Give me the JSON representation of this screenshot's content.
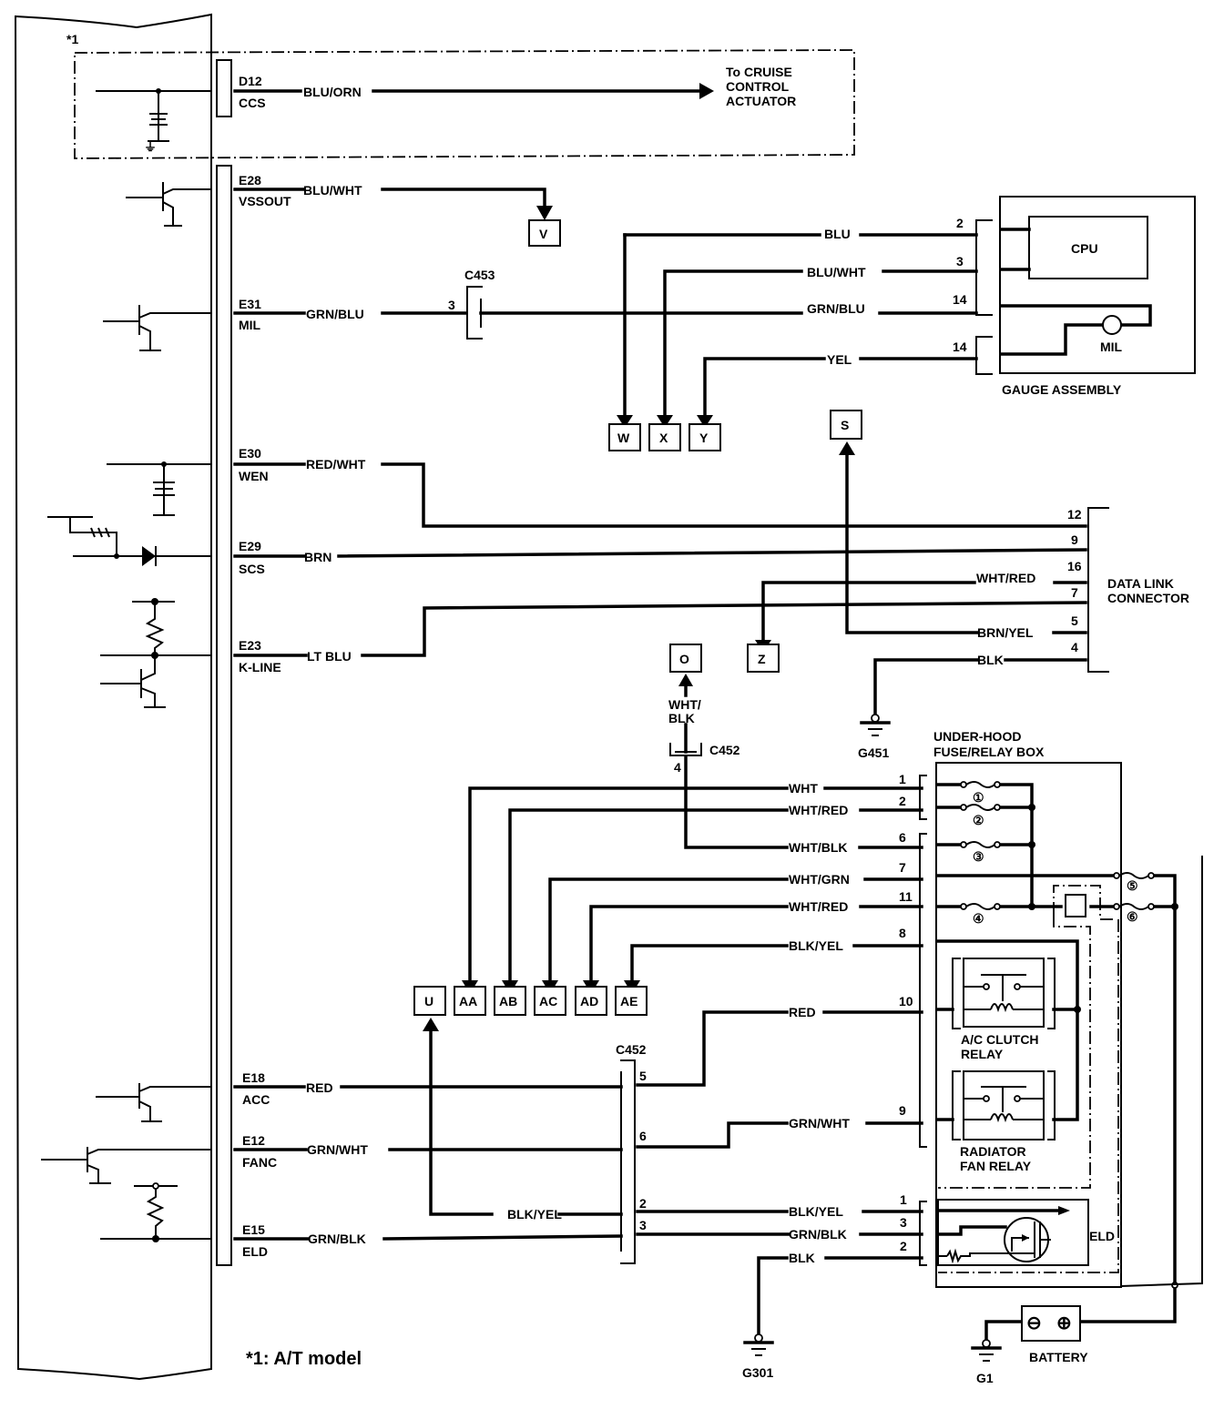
{
  "footnote_marker": "*1",
  "footnote": "*1: A/T model",
  "ecm_terminals": [
    {
      "pin": "D12",
      "name": "CCS",
      "wire": "BLU/ORN"
    },
    {
      "pin": "E28",
      "name": "VSSOUT",
      "wire": "BLU/WHT"
    },
    {
      "pin": "E31",
      "name": "MIL",
      "wire": "GRN/BLU"
    },
    {
      "pin": "E30",
      "name": "WEN",
      "wire": "RED/WHT"
    },
    {
      "pin": "E29",
      "name": "SCS",
      "wire": "BRN"
    },
    {
      "pin": "E23",
      "name": "K-LINE",
      "wire": "LT BLU"
    },
    {
      "pin": "E18",
      "name": "ACC",
      "wire": "RED"
    },
    {
      "pin": "E12",
      "name": "FANC",
      "wire": "GRN/WHT"
    },
    {
      "pin": "E15",
      "name": "ELD",
      "wire": "GRN/BLK"
    }
  ],
  "cruise": {
    "line1": "To CRUISE",
    "line2": "CONTROL",
    "line3": "ACTUATOR"
  },
  "c453": {
    "name": "C453",
    "pin": "3"
  },
  "gauge": {
    "title": "GAUGE ASSEMBLY",
    "cpu": "CPU",
    "mil": "MIL",
    "wires": [
      {
        "wire": "BLU",
        "pin": "2"
      },
      {
        "wire": "BLU/WHT",
        "pin": "3"
      },
      {
        "wire": "GRN/BLU",
        "pin": "14"
      },
      {
        "wire": "YEL",
        "pin": "14"
      }
    ]
  },
  "refs": {
    "V": "V",
    "W": "W",
    "X": "X",
    "Y": "Y",
    "S": "S",
    "Z": "Z",
    "O": "O",
    "U": "U",
    "AA": "AA",
    "AB": "AB",
    "AC": "AC",
    "AD": "AD",
    "AE": "AE"
  },
  "dlc": {
    "title1": "DATA LINK",
    "title2": "CONNECTOR",
    "wires": [
      {
        "wire": "",
        "pin": "12"
      },
      {
        "wire": "",
        "pin": "9"
      },
      {
        "wire": "WHT/RED",
        "pin": "16"
      },
      {
        "wire": "",
        "pin": "7"
      },
      {
        "wire": "BRN/YEL",
        "pin": "5"
      },
      {
        "wire": "BLK",
        "pin": "4"
      }
    ]
  },
  "grounds": {
    "g451": "G451",
    "g301": "G301",
    "g1": "G1"
  },
  "c452_top": {
    "name": "C452",
    "pin": "4",
    "wire1": "WHT/",
    "wire2": "BLK"
  },
  "c452_bottom": {
    "name": "C452",
    "pins": [
      "5",
      "6",
      "2",
      "3"
    ],
    "wire_left": "BLK/YEL"
  },
  "fusebox": {
    "title1": "UNDER-HOOD",
    "title2": "FUSE/RELAY BOX",
    "wires": [
      {
        "wire": "WHT",
        "pin": "1"
      },
      {
        "wire": "WHT/RED",
        "pin": "2"
      },
      {
        "wire": "WHT/BLK",
        "pin": "6"
      },
      {
        "wire": "WHT/GRN",
        "pin": "7"
      },
      {
        "wire": "WHT/RED",
        "pin": "11"
      },
      {
        "wire": "BLK/YEL",
        "pin": "8"
      },
      {
        "wire": "RED",
        "pin": "10"
      },
      {
        "wire": "GRN/WHT",
        "pin": "9"
      }
    ],
    "fuses": [
      "①",
      "②",
      "③",
      "④",
      "⑤",
      "⑥"
    ],
    "ac_relay1": "A/C CLUTCH",
    "ac_relay2": "RELAY",
    "fan_relay1": "RADIATOR",
    "fan_relay2": "FAN RELAY"
  },
  "eld": {
    "label": "ELD",
    "wires": [
      {
        "wire": "BLK/YEL",
        "pin": "1"
      },
      {
        "wire": "GRN/BLK",
        "pin": "3"
      },
      {
        "wire": "BLK",
        "pin": "2"
      }
    ]
  },
  "battery": {
    "label": "BATTERY",
    "neg": "⊖",
    "pos": "⊕"
  }
}
